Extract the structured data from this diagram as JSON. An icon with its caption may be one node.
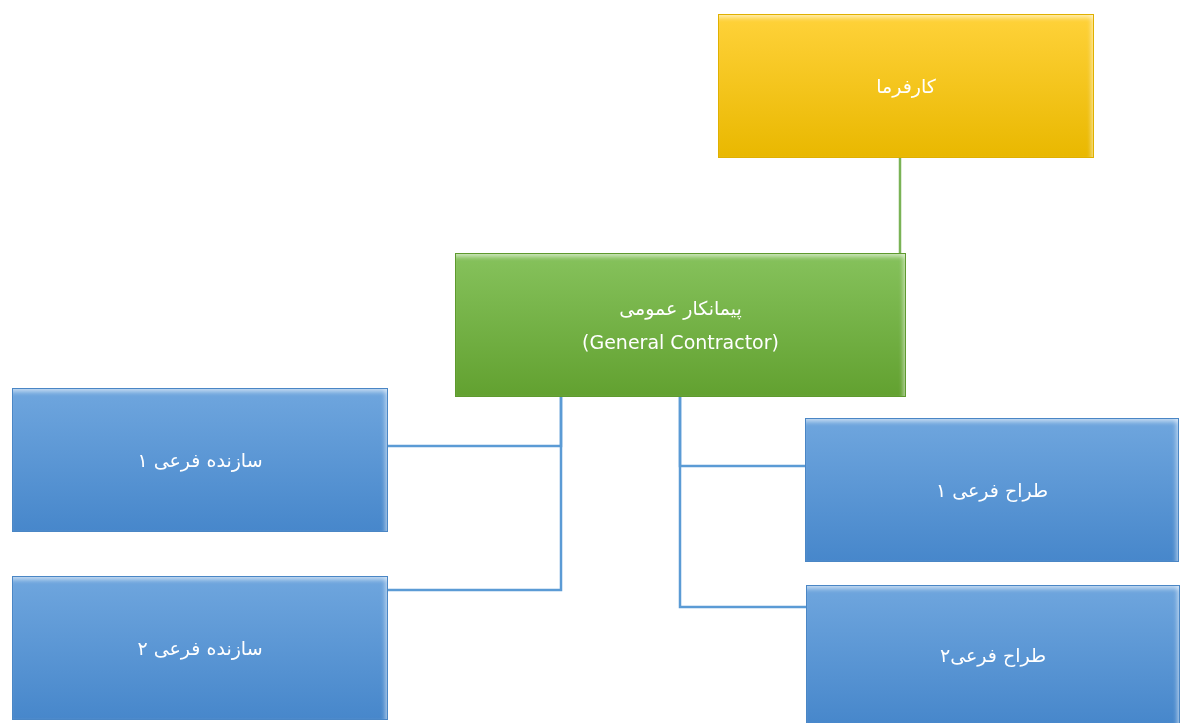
{
  "diagram": {
    "nodes": [
      {
        "text": [
          "کارفرما"
        ]
      },
      {
        "text": [
          "پیمانکار عمومی",
          "(General Contractor)"
        ]
      },
      {
        "text": [
          "سازنده فرعی ۱"
        ]
      },
      {
        "text": [
          "طراح فرعی ۱"
        ]
      },
      {
        "text": [
          "سازنده فرعی ۲"
        ]
      },
      {
        "text": [
          "طراح فرعی۲"
        ]
      }
    ],
    "edges": [
      {
        "from": 0,
        "to": 1,
        "arrow": "none",
        "color": "#7ab356"
      },
      {
        "from": 1,
        "to": 2,
        "arrow": "none"
      },
      {
        "from": 1,
        "to": 3,
        "arrow": "none"
      },
      {
        "from": 1,
        "to": 4,
        "arrow": "none"
      },
      {
        "from": 1,
        "to": 5,
        "arrow": "none"
      }
    ]
  }
}
